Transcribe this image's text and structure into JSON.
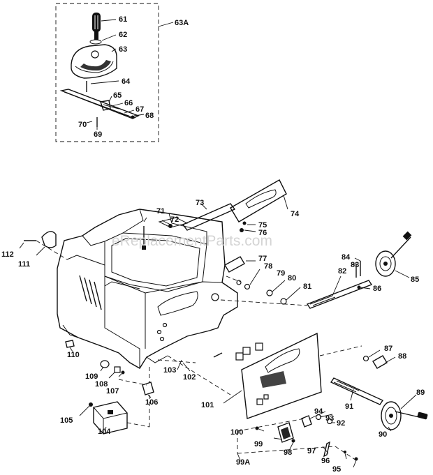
{
  "watermark": "eReplacementParts.com",
  "inset_label": "63A",
  "part_labels": [
    {
      "id": "p61",
      "text": "61"
    },
    {
      "id": "p62",
      "text": "62"
    },
    {
      "id": "p63",
      "text": "63"
    },
    {
      "id": "p64",
      "text": "64"
    },
    {
      "id": "p65",
      "text": "65"
    },
    {
      "id": "p66",
      "text": "66"
    },
    {
      "id": "p67",
      "text": "67"
    },
    {
      "id": "p68",
      "text": "68"
    },
    {
      "id": "p69",
      "text": "69"
    },
    {
      "id": "p70",
      "text": "70"
    },
    {
      "id": "p71",
      "text": "71"
    },
    {
      "id": "p72",
      "text": "72"
    },
    {
      "id": "p73",
      "text": "73"
    },
    {
      "id": "p74",
      "text": "74"
    },
    {
      "id": "p75",
      "text": "75"
    },
    {
      "id": "p76",
      "text": "76"
    },
    {
      "id": "p77",
      "text": "77"
    },
    {
      "id": "p78",
      "text": "78"
    },
    {
      "id": "p79",
      "text": "79"
    },
    {
      "id": "p80",
      "text": "80"
    },
    {
      "id": "p81",
      "text": "81"
    },
    {
      "id": "p82",
      "text": "82"
    },
    {
      "id": "p83",
      "text": "83"
    },
    {
      "id": "p84",
      "text": "84"
    },
    {
      "id": "p85",
      "text": "85"
    },
    {
      "id": "p86",
      "text": "86"
    },
    {
      "id": "p87",
      "text": "87"
    },
    {
      "id": "p88",
      "text": "88"
    },
    {
      "id": "p89",
      "text": "89"
    },
    {
      "id": "p90",
      "text": "90"
    },
    {
      "id": "p91",
      "text": "91"
    },
    {
      "id": "p92",
      "text": "92"
    },
    {
      "id": "p93",
      "text": "93"
    },
    {
      "id": "p94",
      "text": "94"
    },
    {
      "id": "p95",
      "text": "95"
    },
    {
      "id": "p96",
      "text": "96"
    },
    {
      "id": "p97",
      "text": "97"
    },
    {
      "id": "p98",
      "text": "98"
    },
    {
      "id": "p99",
      "text": "99"
    },
    {
      "id": "p99A",
      "text": "99A"
    },
    {
      "id": "p100",
      "text": "100"
    },
    {
      "id": "p101",
      "text": "101"
    },
    {
      "id": "p102",
      "text": "102"
    },
    {
      "id": "p103",
      "text": "103"
    },
    {
      "id": "p104",
      "text": "104"
    },
    {
      "id": "p105",
      "text": "105"
    },
    {
      "id": "p106",
      "text": "106"
    },
    {
      "id": "p107",
      "text": "107"
    },
    {
      "id": "p108",
      "text": "108"
    },
    {
      "id": "p109",
      "text": "109"
    },
    {
      "id": "p110",
      "text": "110"
    },
    {
      "id": "p111",
      "text": "111"
    },
    {
      "id": "p112",
      "text": "112"
    }
  ]
}
